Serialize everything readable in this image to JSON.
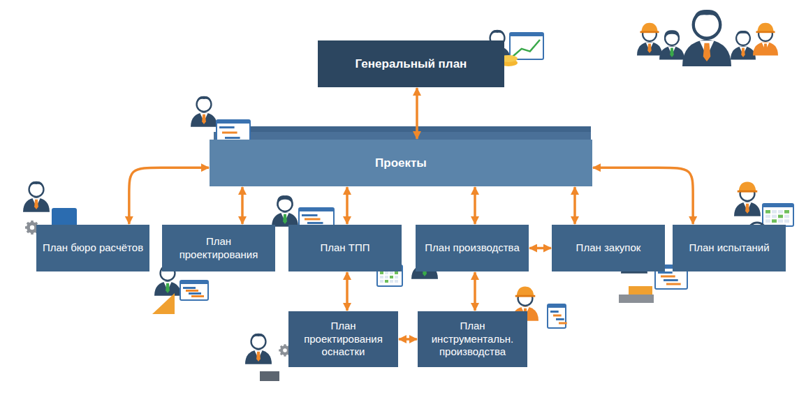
{
  "diagram": {
    "nodes": [
      {
        "text": [
          "Генеральный план"
        ]
      },
      {
        "text": [
          "Проекты"
        ]
      },
      {
        "text": [
          "План бюро расчётов"
        ]
      },
      {
        "text": [
          "План проектирования"
        ]
      },
      {
        "text": [
          "План ТПП"
        ]
      },
      {
        "text": [
          "План производства"
        ]
      },
      {
        "text": [
          "План закупок"
        ]
      },
      {
        "text": [
          "План испытаний"
        ]
      },
      {
        "text": [
          "План проектирования оснастки"
        ]
      },
      {
        "text": [
          "План инструментальн. производства"
        ]
      }
    ],
    "edges": [
      {
        "from": 0,
        "to": 1,
        "arrow": "both"
      },
      {
        "from": 1,
        "to": 2,
        "arrow": "both"
      },
      {
        "from": 1,
        "to": 3,
        "arrow": "both"
      },
      {
        "from": 1,
        "to": 4,
        "arrow": "both"
      },
      {
        "from": 1,
        "to": 5,
        "arrow": "both"
      },
      {
        "from": 1,
        "to": 6,
        "arrow": "both"
      },
      {
        "from": 1,
        "to": 7,
        "arrow": "both"
      },
      {
        "from": 5,
        "to": 6,
        "arrow": "both"
      },
      {
        "from": 4,
        "to": 8,
        "arrow": "both"
      },
      {
        "from": 5,
        "to": 9,
        "arrow": "both"
      },
      {
        "from": 8,
        "to": 9,
        "arrow": "both"
      }
    ]
  }
}
